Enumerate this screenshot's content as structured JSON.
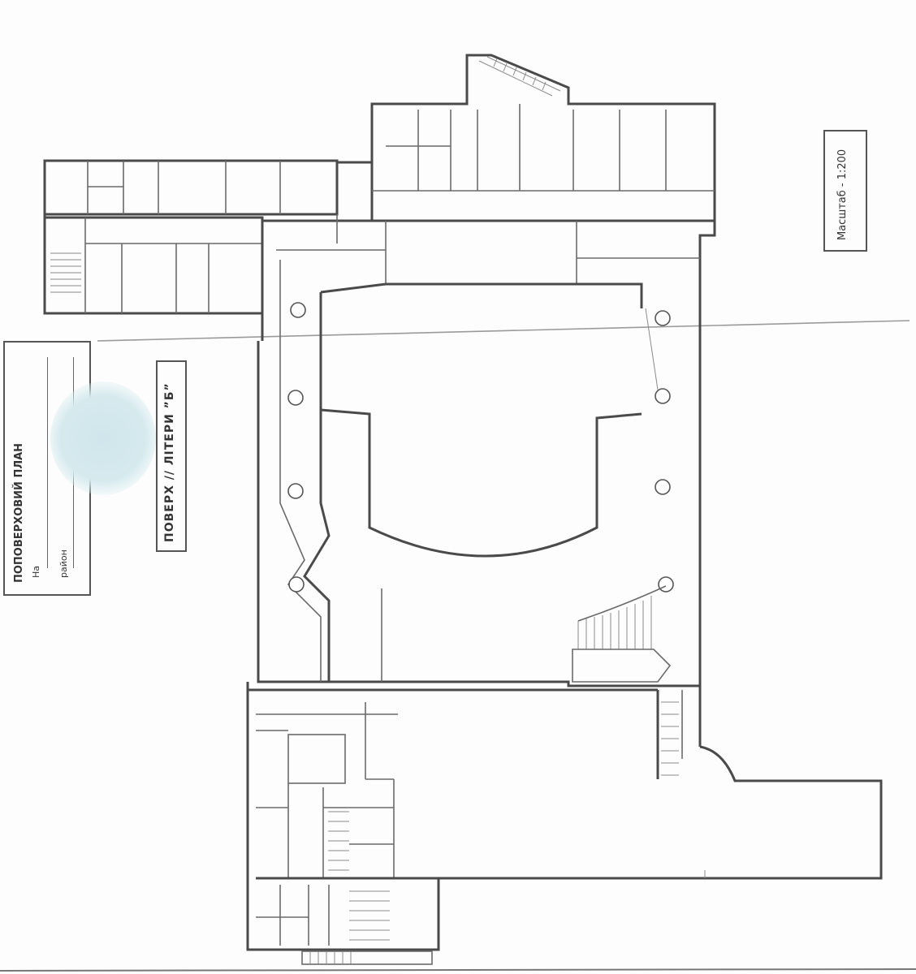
{
  "document": {
    "type": "floor-plan",
    "title": "ПОПОВЕРХОВИЙ ПЛАН",
    "floor_label": "ПОВЕРХ // ЛІТЕРИ ”Б”",
    "scale_label": "Масштаб - 1:200",
    "colors": {
      "wall": "#4a4a4a",
      "paper": "#fdfdfd",
      "stamp": "#cfe6ec"
    }
  },
  "title_block": {
    "heading": "ПОПОВЕРХОВИЙ ПЛАН",
    "line1_prefix": "На",
    "line2_prefix": "район"
  },
  "plan": {
    "wings": [
      {
        "name": "north-west-wing"
      },
      {
        "name": "north-east-wing"
      },
      {
        "name": "main-hall"
      },
      {
        "name": "south-hall"
      },
      {
        "name": "south-west-block"
      }
    ]
  }
}
